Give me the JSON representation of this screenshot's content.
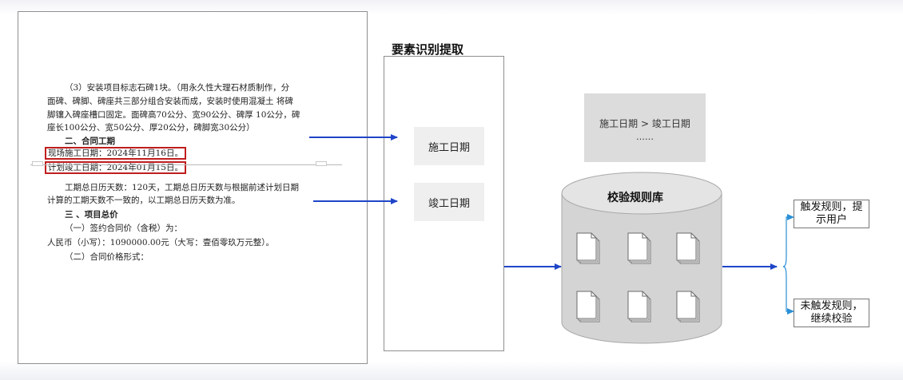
{
  "document": {
    "lines": [
      {
        "text": "（3）安装项目标志石碑1块。（用永久性大理石材质制作，分",
        "indent": true,
        "bold": false,
        "highlight": false
      },
      {
        "text": "面碑、碑脚、碑座共三部分组合安装而成，安装时使用混凝土 将碑",
        "indent": false,
        "bold": false,
        "highlight": false
      },
      {
        "text": "脚镶入碑座槽口固定。面碑高70公分、宽90公分、碑厚 10公分，碑",
        "indent": false,
        "bold": false,
        "highlight": false
      },
      {
        "text": "座长100公分、宽50公分、厚20公分，碑脚宽30公分）",
        "indent": false,
        "bold": false,
        "highlight": false
      },
      {
        "text": "二、合同工期",
        "indent": true,
        "bold": true,
        "highlight": false
      },
      {
        "text": "现场施工日期：2024年11月16日。",
        "indent": false,
        "bold": false,
        "highlight": true
      },
      {
        "text": "计划竣工日期：2024年01月15日。",
        "indent": false,
        "bold": false,
        "highlight": true
      },
      {
        "text": "工期总日历天数：120天，工期总日历天数与根据前述计划日期",
        "indent": true,
        "bold": false,
        "highlight": false
      },
      {
        "text": "计算的工期天数不一致的，以工期总日历天数为准。",
        "indent": false,
        "bold": false,
        "highlight": false
      },
      {
        "text": "三 、项目总价",
        "indent": true,
        "bold": true,
        "highlight": false
      },
      {
        "text": "（一）签约合同价（含税）为：",
        "indent": true,
        "bold": false,
        "highlight": false
      },
      {
        "text": "人民币（小写）：1090000.00元（大写：壹佰零玖万元整）。",
        "indent": false,
        "bold": false,
        "highlight": false
      },
      {
        "text": "（二）合同价格形式：",
        "indent": true,
        "bold": false,
        "highlight": false
      }
    ]
  },
  "extraction": {
    "title": "要素识别提取",
    "fields": [
      "施工日期",
      "竣工日期"
    ]
  },
  "rule": {
    "text": "施工日期 > 竣工日期",
    "ellipsis": "……"
  },
  "database": {
    "title": "校验规则库"
  },
  "results": {
    "triggered": [
      "触发规则，提",
      "示用户"
    ],
    "not_triggered": [
      "未触发规则，",
      "继续校验"
    ]
  },
  "colors": {
    "arrow": "#1f45c8",
    "branch": "#2a8fd6",
    "highlight": "#c01d1d",
    "cylinder": "#d4d4d4"
  }
}
